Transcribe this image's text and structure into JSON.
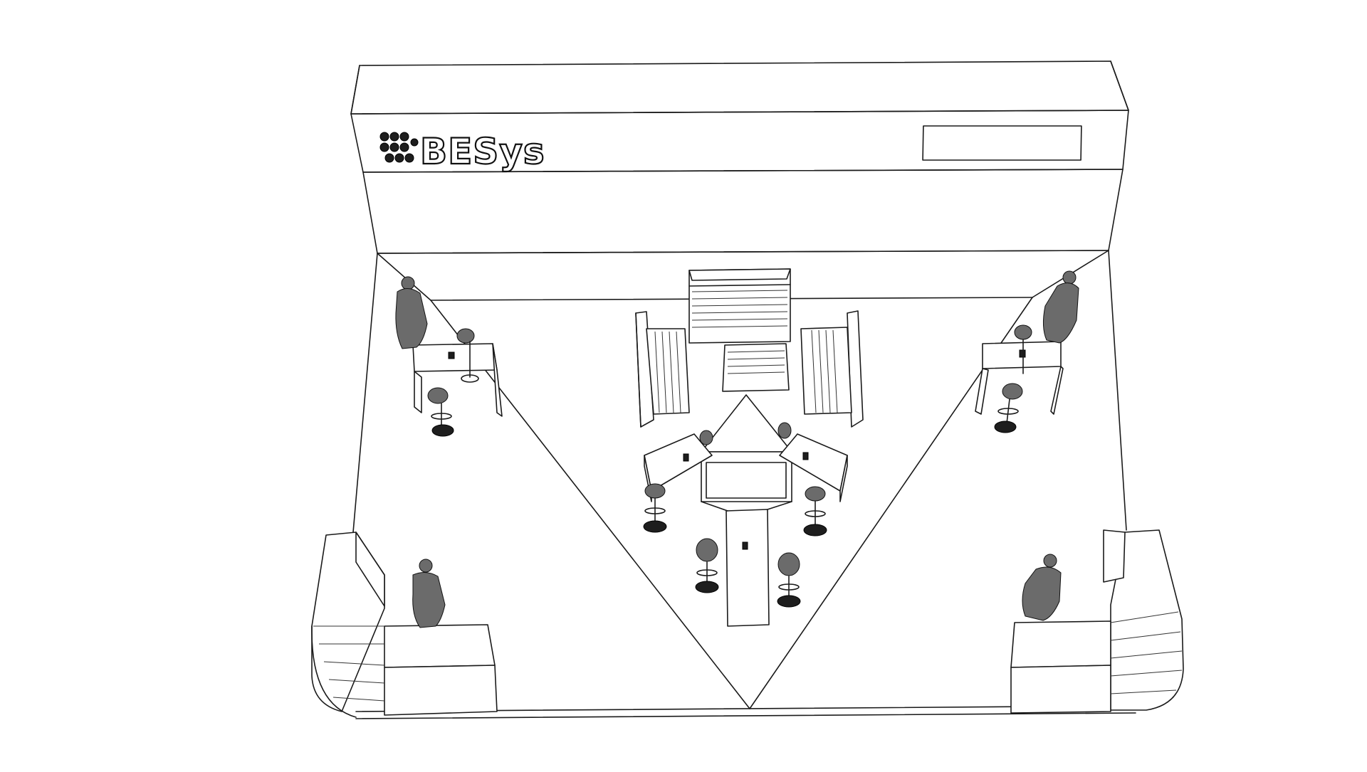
{
  "brand": {
    "logo_text": "BESys",
    "logo_icon": "dot-cluster-logo-icon"
  },
  "colors": {
    "line": "#1a1a1a",
    "background": "#ffffff",
    "mesh": "#6b6b6b"
  },
  "scene": {
    "view": "isometric-wireframe",
    "elements": [
      "back-wall",
      "header-fascia",
      "sign-panel",
      "triangle-feature",
      "lounge-sofa-back",
      "lounge-sofa-left",
      "lounge-sofa-right",
      "coffee-table",
      "triangular-display-counter",
      "bar-counter-left",
      "bar-counter-right",
      "reception-counter-left",
      "reception-counter-right",
      "figure-1",
      "figure-2",
      "figure-3",
      "figure-4"
    ]
  }
}
